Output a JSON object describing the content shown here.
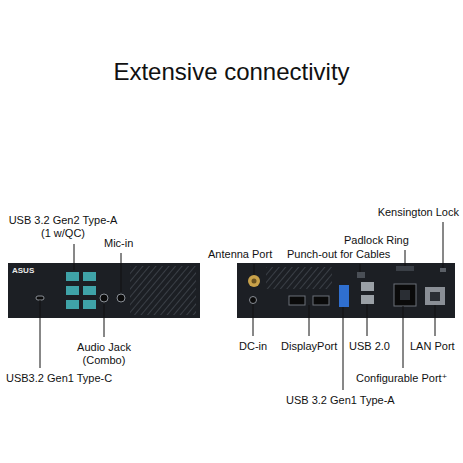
{
  "diagram": {
    "title": "Extensive connectivity",
    "labels": [
      "USB 3.2 Gen2 Type-A (1 w/QC)",
      "Mic-in",
      "Audio Jack (Combo)",
      "USB3.2 Gen1 Type-C",
      "ASUS",
      "Antenna Port",
      "Punch-out for Cables",
      "Kensington Lock",
      "Padlock Ring",
      "DC-in",
      "DisplayPort",
      "USB 2.0",
      "LAN Port",
      "Configurable Port⁺",
      "USB 3.2 Gen1 Type-A"
    ]
  }
}
